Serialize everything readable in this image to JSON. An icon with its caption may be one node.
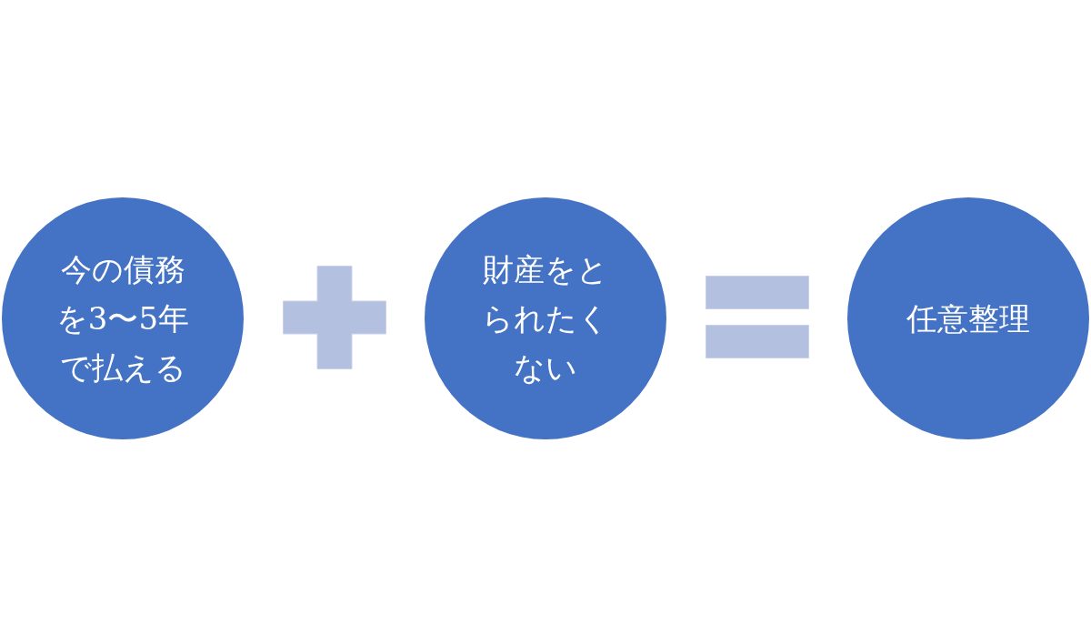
{
  "diagram": {
    "nodes": [
      {
        "text": [
          "今の債務を3〜5年で払える"
        ]
      },
      {
        "text": [],
        "shape": "plus"
      },
      {
        "text": [
          "財産をとられたくない"
        ]
      },
      {
        "text": [],
        "shape": "equals"
      },
      {
        "text": [
          "任意整理"
        ]
      }
    ]
  }
}
